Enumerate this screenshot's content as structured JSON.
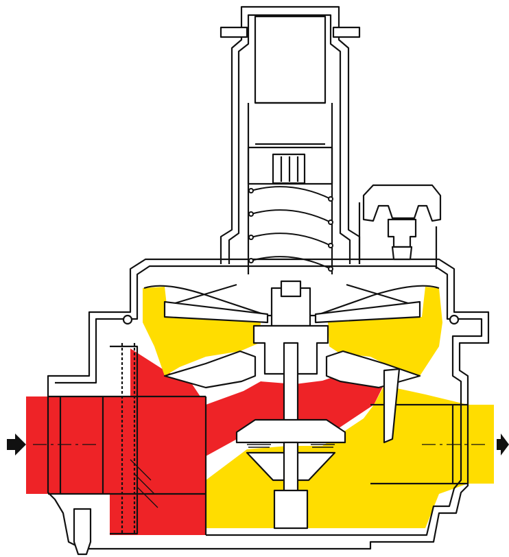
{
  "diagram": {
    "subject": "gas-pressure-regulator-cross-section",
    "colors": {
      "inlet_high_pressure": "#ee2327",
      "outlet_low_pressure": "#ffdd00",
      "outline": "#111111",
      "body": "#ffffff",
      "arrow": "#111111"
    },
    "flow": {
      "inlet_side": "left",
      "outlet_side": "right"
    },
    "components": [
      "spring-housing",
      "adjusting-screw",
      "regulator-spring",
      "diaphragm",
      "diaphragm-plate",
      "valve-stem",
      "valve-disc",
      "filter-screen",
      "relief-vent-cap",
      "inlet-port",
      "outlet-port"
    ]
  }
}
